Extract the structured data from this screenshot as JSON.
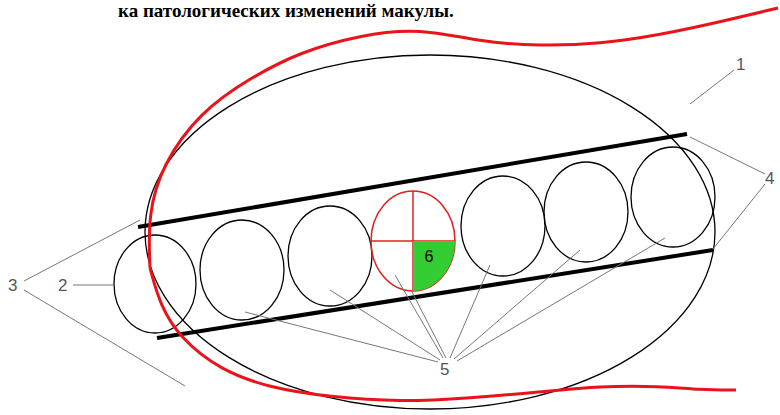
{
  "diagram": {
    "title": "ка патологических изменений макулы.",
    "nodes": [
      {
        "text": [
          "6"
        ]
      }
    ],
    "labels": [
      "1",
      "2",
      "3",
      "4",
      "5"
    ]
  }
}
